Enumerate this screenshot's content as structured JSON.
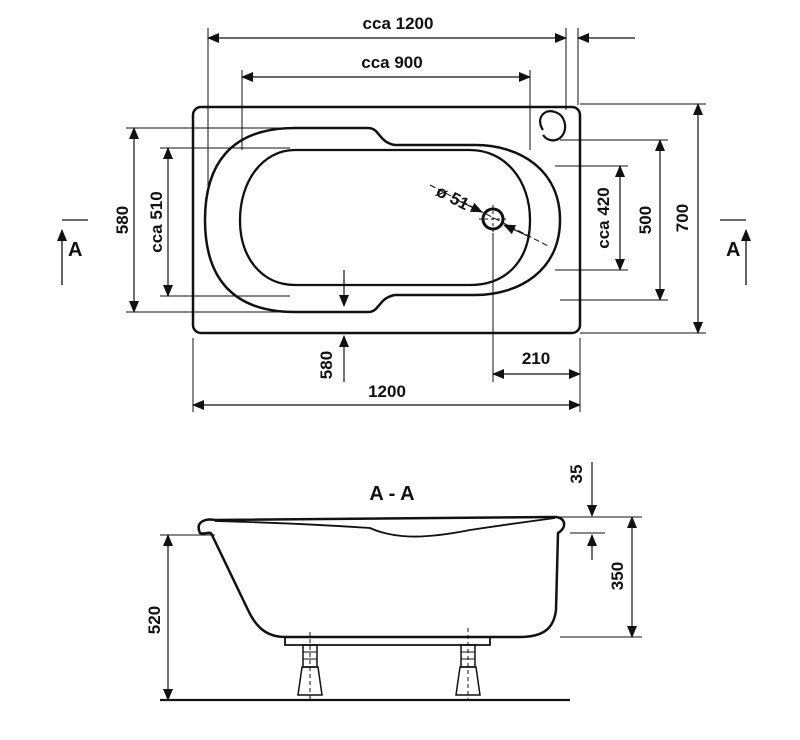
{
  "top_view": {
    "overall_length_cca": "cca 1200",
    "inner_length_cca": "cca 900",
    "overall_length": "1200",
    "width_left": "580",
    "width_left_cca": "cca 510",
    "drain_diameter": "ø 51",
    "width_right_cca": "cca 420",
    "width_right_inner": "500",
    "width_overall": "700",
    "drain_offset": "210",
    "drain_from_edge": "580",
    "section_marker_left": "A",
    "section_marker_right": "A"
  },
  "section_view": {
    "title": "A - A",
    "rim_height": "35",
    "depth": "350",
    "total_height": "520"
  }
}
